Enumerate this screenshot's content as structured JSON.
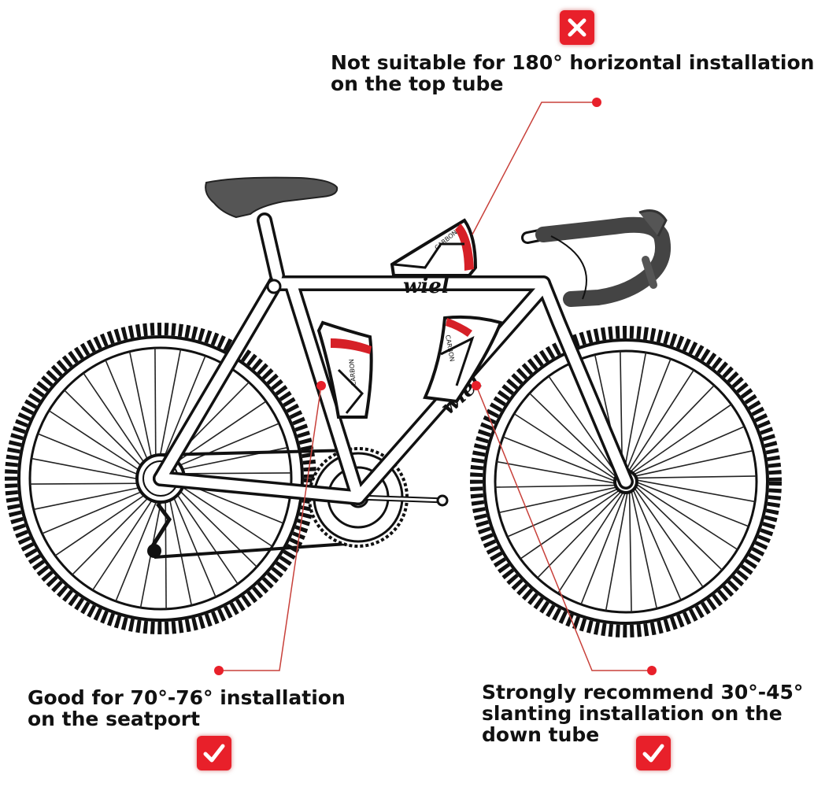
{
  "captions": {
    "top_tube": {
      "line1": "Not suitable for 180° horizontal installation",
      "line2": "on the top tube",
      "status_icon": "cross-icon"
    },
    "seatpost": {
      "line1": "Good for 70°-76° installation",
      "line2": "on the seatport",
      "status_icon": "check-icon"
    },
    "down_tube": {
      "line1": "Strongly recommend 30°-45°",
      "line2": "slanting installation on the",
      "line3": "down tube",
      "status_icon": "check-icon"
    }
  },
  "frame_text": {
    "brand": "wiel",
    "cage_label": "CARBON"
  },
  "colors": {
    "accent_red": "#e8202a",
    "leader_line": "#c8403a",
    "outline": "#111111"
  }
}
